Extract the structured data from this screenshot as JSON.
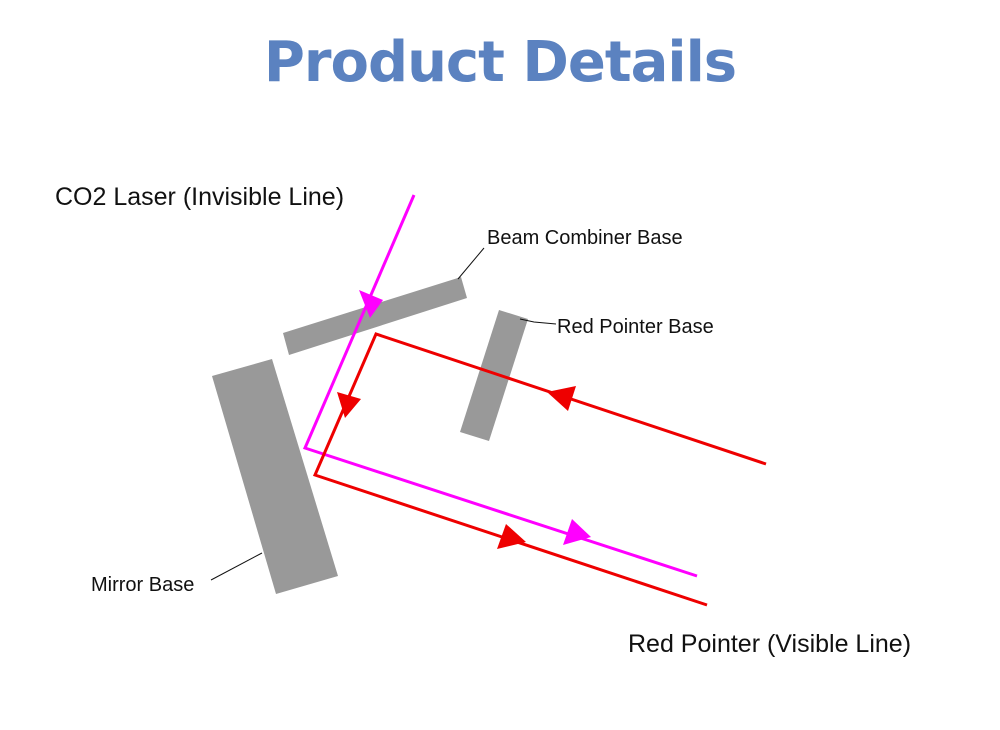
{
  "title": "Product Details",
  "labels": {
    "co2_laser": "CO2 Laser (Invisible Line)",
    "beam_combiner_base": "Beam Combiner Base",
    "red_pointer_base": "Red Pointer Base",
    "mirror_base": "Mirror Base",
    "red_pointer": "Red Pointer (Visible Line)"
  },
  "colors": {
    "title": "#5b82c0",
    "co2_beam": "#ff00ff",
    "red_beam": "#ee0000",
    "component": "#999999",
    "leader_line": "#111111"
  }
}
